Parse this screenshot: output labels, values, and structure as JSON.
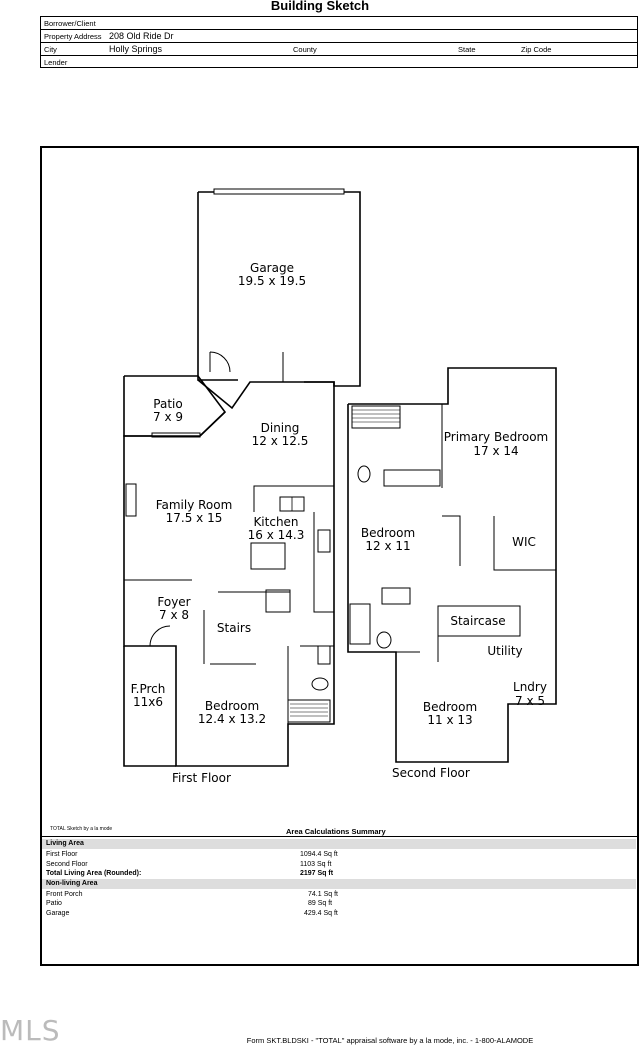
{
  "header": {
    "title": "Building Sketch"
  },
  "info": {
    "borrower_label": "Borrower/Client",
    "borrower_value": "",
    "address_label": "Property Address",
    "address_value": "208 Old Ride Dr",
    "city_label": "City",
    "city_value": "Holly Springs",
    "county_label": "County",
    "state_label": "State",
    "zip_label": "Zip Code",
    "lender_label": "Lender"
  },
  "plan": {
    "garage_name": "Garage",
    "garage_dim": "19.5 x 19.5",
    "patio_name": "Patio",
    "patio_dim": "7 x 9",
    "dining_name": "Dining",
    "dining_dim": "12 x 12.5",
    "family_name": "Family Room",
    "family_dim": "17.5 x 15",
    "kitchen_name": "Kitchen",
    "kitchen_dim": "16 x 14.3",
    "foyer_name": "Foyer",
    "foyer_dim": "7 x 8",
    "stairs_name": "Stairs",
    "fprch_name": "F.Prch",
    "fprch_dim": "11x6",
    "bed1_name": "Bedroom",
    "bed1_dim": "12.4 x 13.2",
    "first_floor": "First Floor",
    "primary_name": "Primary Bedroom",
    "primary_dim": "17 x 14",
    "bed2_name": "Bedroom",
    "bed2_dim": "12 x 11",
    "wic_name": "WIC",
    "staircase_name": "Staircase",
    "utility_name": "Utility",
    "lndry_name": "Lndry",
    "lndry_dim": "7 x 5",
    "bed3_name": "Bedroom",
    "bed3_dim": "11 x 13",
    "second_floor": "Second Floor"
  },
  "summary": {
    "sketch_note": "TOTAL Sketch by a la mode",
    "title": "Area Calculations Summary",
    "living_label": "Living Area",
    "first_floor_label": "First Floor",
    "first_floor_value": "1094.4 Sq ft",
    "second_floor_label": "Second Floor",
    "second_floor_value": "1103 Sq ft",
    "total_label": "Total Living Area (Rounded):",
    "total_value": "2197 Sq ft",
    "nonliving_label": "Non-living Area",
    "porch_label": "Front Porch",
    "porch_value": "74.1 Sq ft",
    "patio_label": "Patio",
    "patio_value": "89 Sq ft",
    "garage_label": "Garage",
    "garage_value": "429.4 Sq ft"
  },
  "watermark": "MLS",
  "footer": "Form SKT.BLDSKI - \"TOTAL\" appraisal software by a la mode, inc. - 1-800-ALAMODE"
}
